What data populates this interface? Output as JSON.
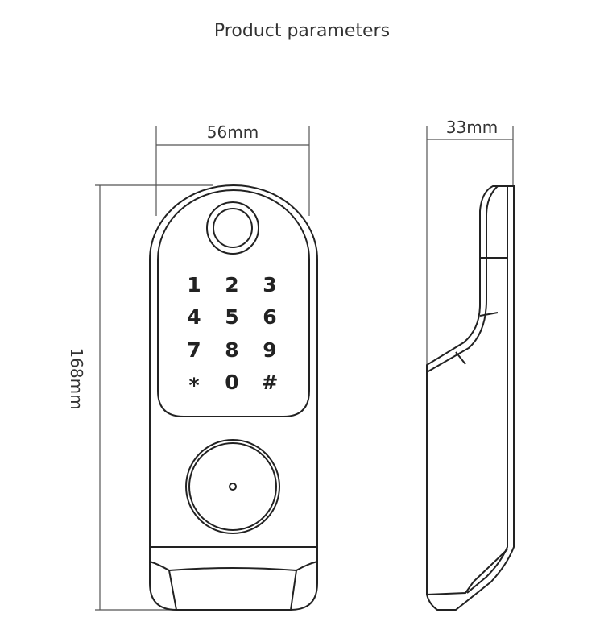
{
  "title": "Product parameters",
  "dimensions": {
    "width": "56mm",
    "depth": "33mm",
    "height": "168mm"
  },
  "keypad": {
    "keys": [
      "1",
      "2",
      "3",
      "4",
      "5",
      "6",
      "7",
      "8",
      "9",
      "*",
      "0",
      "#"
    ]
  },
  "colors": {
    "outline": "#222222",
    "dimension_line": "#555555",
    "text": "#333333"
  }
}
